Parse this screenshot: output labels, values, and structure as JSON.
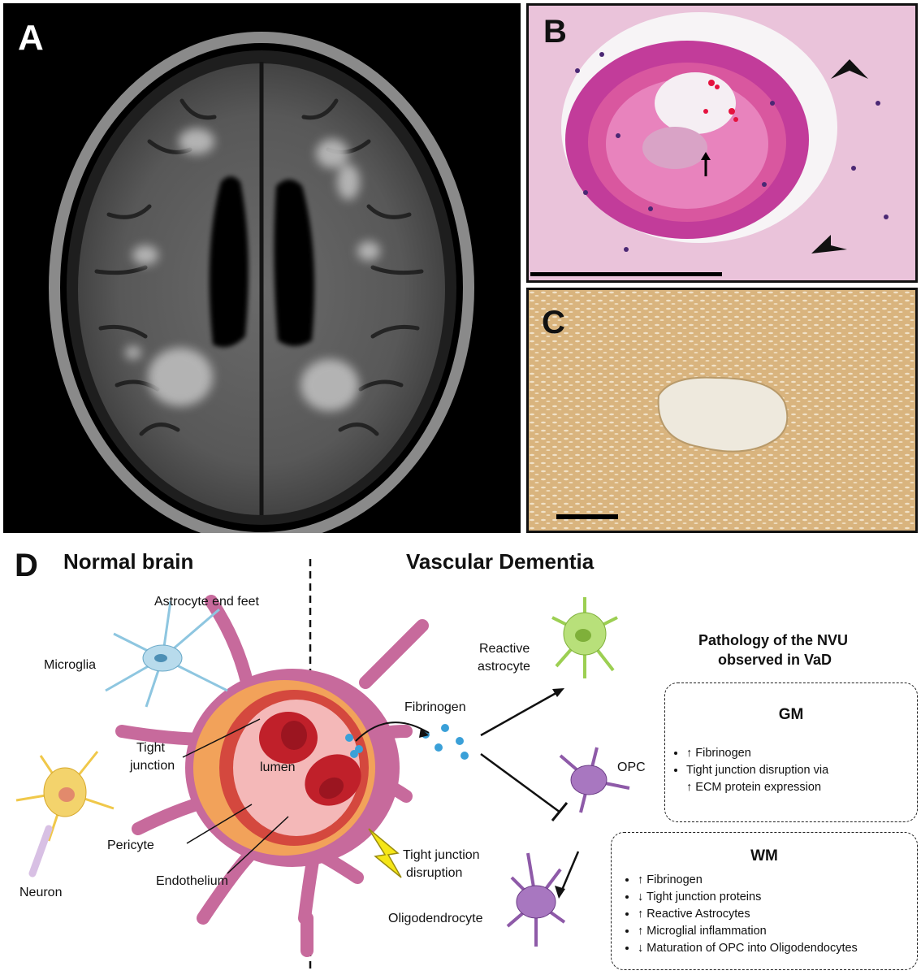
{
  "panels": {
    "a": {
      "letter": "A"
    },
    "b": {
      "letter": "B"
    },
    "c": {
      "letter": "C"
    },
    "d": {
      "letter": "D"
    }
  },
  "diagram": {
    "headings": {
      "left": "Normal brain",
      "right": "Vascular Dementia"
    },
    "labels": {
      "astrocyte_end_feet": "Astrocyte end feet",
      "microglia": "Microglia",
      "tight_junction_1": "Tight",
      "tight_junction_2": "junction",
      "lumen": "lumen",
      "pericyte": "Pericyte",
      "endothelium": "Endothelium",
      "neuron": "Neuron",
      "reactive_astrocyte_1": "Reactive",
      "reactive_astrocyte_2": "astrocyte",
      "fibrinogen": "Fibrinogen",
      "opc": "OPC",
      "tj_disruption_1": "Tight junction",
      "tj_disruption_2": "disruption",
      "oligodendrocyte": "Oligodendrocyte"
    },
    "pathology_title_1": "Pathology of the NVU",
    "pathology_title_2": "observed in VaD",
    "gm": {
      "title": "GM",
      "items": [
        "↑ Fibrinogen",
        "Tight junction disruption via",
        "↑ ECM protein expression"
      ]
    },
    "wm": {
      "title": "WM",
      "items": [
        "↑ Fibrinogen",
        "↓ Tight junction proteins",
        "↑ Reactive Astrocytes",
        "↑ Microglial inflammation",
        "↓ Maturation of OPC into Oligodendocytes"
      ]
    }
  },
  "colors": {
    "vessel_pink": "#c76a9c",
    "pericyte_orange": "#f2a25a",
    "rbc_red": "#c0202a",
    "lumen_pink": "#f4b8b8",
    "microglia_blue": "#8ec6e0",
    "astrocyte_green": "#9ccf52",
    "opc_purple": "#8e5aa8",
    "neuron_yellow": "#f0c84a",
    "fibrinogen_blue": "#3aa0d8",
    "lightning_yellow": "#f5e617"
  }
}
